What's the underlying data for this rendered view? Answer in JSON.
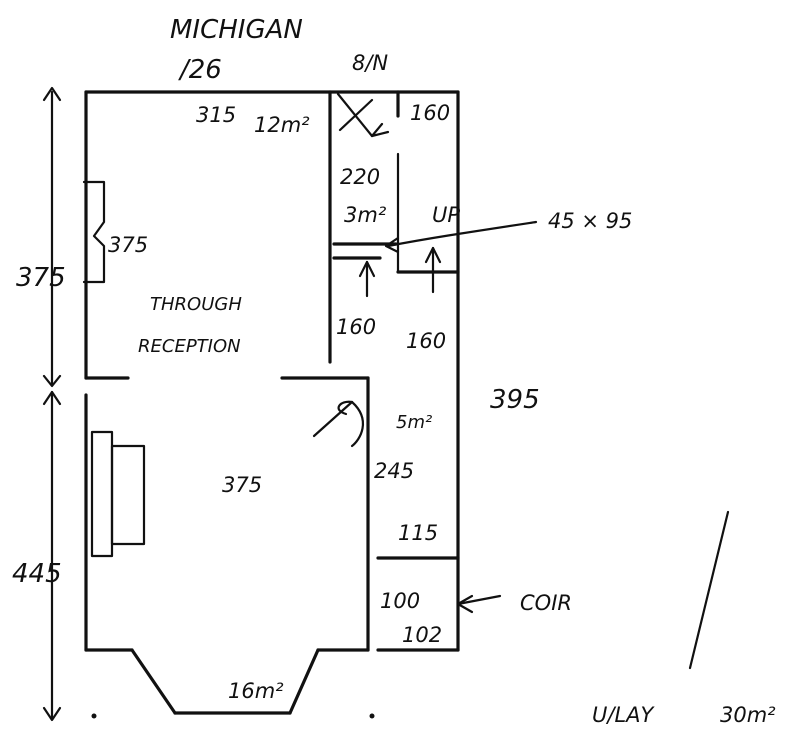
{
  "header": {
    "street": "MICHIGAN",
    "number": "/26",
    "north": "8/N"
  },
  "rooms": {
    "through_reception": {
      "title_line1": "THROUGH",
      "title_line2": "RECEPTION",
      "front_width": "315",
      "front_area": "12m²",
      "front_depth_inner": "375",
      "bay_width": "375",
      "bay_area": "16m²"
    },
    "small_room": {
      "top_width": "160",
      "depth": "220",
      "area": "3m²"
    },
    "stairs": {
      "label": "UP"
    },
    "landing": {
      "left_width": "160",
      "right_width": "160"
    },
    "kitchen": {
      "area": "5m²",
      "length": "245",
      "depth": "115"
    },
    "wc": {
      "width": "100",
      "depth": "102"
    }
  },
  "dimensions": {
    "upper_left": "375",
    "lower_left": "445",
    "right_total": "395"
  },
  "notes": {
    "joist": "45 × 95",
    "cupboard": "COIR",
    "under_lay": "U/LAY",
    "total_area": "30m²"
  }
}
